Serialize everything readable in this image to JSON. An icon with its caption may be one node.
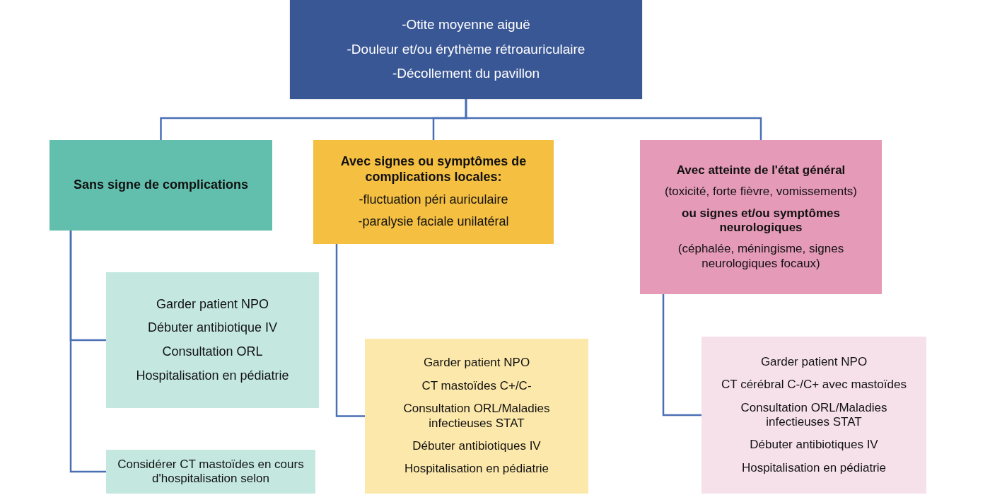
{
  "diagram": {
    "nodes": [
      {
        "text": [
          "-Otite moyenne aiguë",
          "-Douleur et/ou érythème rétroauriculaire",
          "-Décollement du pavillon"
        ]
      },
      {
        "text": [
          "Sans signe de complications"
        ]
      },
      {
        "text": [
          "Avec signes ou symptômes de complications locales:",
          "-fluctuation péri auriculaire",
          "-paralysie faciale unilatéral"
        ]
      },
      {
        "text": [
          "Avec atteinte de l'état général",
          "(toxicité, forte fièvre, vomissements)",
          "ou signes et/ou symptômes neurologiques",
          "(céphalée, méningisme, signes neurologiques focaux)"
        ]
      },
      {
        "text": [
          "Garder patient NPO",
          "Débuter antibiotique IV",
          "Consultation ORL",
          "Hospitalisation en pédiatrie"
        ]
      },
      {
        "text": [
          "Considérer CT mastoïdes en cours d'hospitalisation selon"
        ]
      },
      {
        "text": [
          "Garder patient NPO",
          "CT mastoïdes C+/C-",
          "Consultation ORL/Maladies infectieuses STAT",
          "Débuter antibiotiques IV",
          "Hospitalisation en pédiatrie"
        ]
      },
      {
        "text": [
          "Garder patient NPO",
          "CT cérébral C-/C+ avec mastoïdes",
          "Consultation ORL/Maladies infectieuses STAT",
          "Débuter antibiotiques IV",
          "Hospitalisation en pédiatrie"
        ]
      }
    ],
    "edges": [
      {
        "from": 0,
        "to": 1,
        "arrow": "none"
      },
      {
        "from": 0,
        "to": 2,
        "arrow": "none"
      },
      {
        "from": 0,
        "to": 3,
        "arrow": "none"
      },
      {
        "from": 1,
        "to": 4,
        "arrow": "none"
      },
      {
        "from": 1,
        "to": 5,
        "arrow": "none"
      },
      {
        "from": 2,
        "to": 6,
        "arrow": "none"
      },
      {
        "from": 3,
        "to": 7,
        "arrow": "none"
      }
    ]
  }
}
